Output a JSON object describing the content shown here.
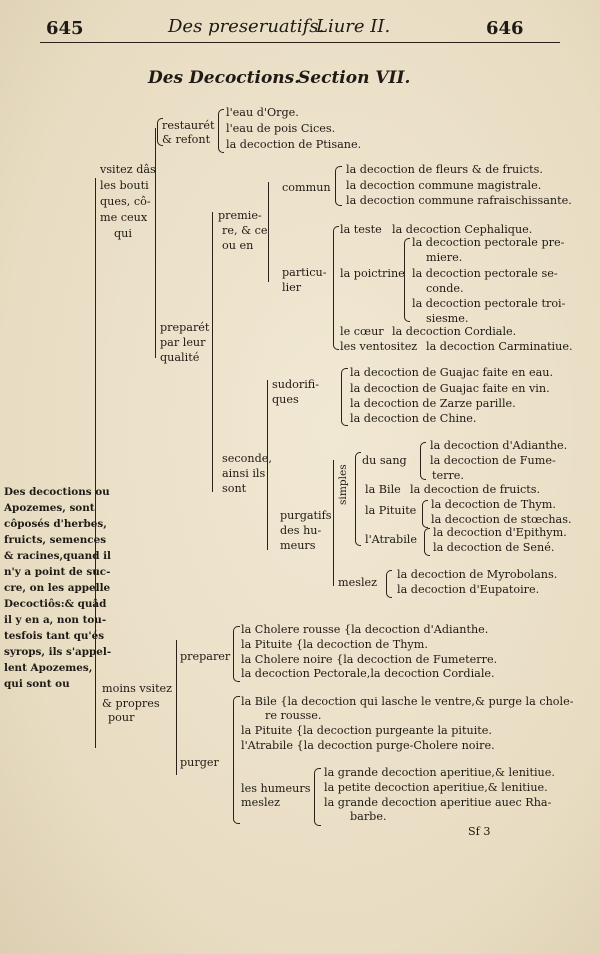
{
  "header": {
    "page_left": "645",
    "running_title": "Des preseruatifs.",
    "book": "Liure II.",
    "page_right": "646"
  },
  "section": {
    "title": "Des Decoctions.",
    "number": "Section VII."
  },
  "root": {
    "l1": "Des decoctions ou",
    "l2": "Apozemes, sont",
    "l3": "côposés d'herbes,",
    "l4": "fruicts, semences",
    "l5": "& racines,quand il",
    "l6": "n'y a point de suc-",
    "l7": "cre, on les appelle",
    "l8": "Decoctiôs:& quâd",
    "l9": "il y en a, non tou-",
    "l10": "tesfois tant qu'és",
    "l11": "syrops, ils s'appel-",
    "l12": "lent Apozemes,",
    "l13": "qui sont ou"
  },
  "vsitez": {
    "l1": "vsitez dâs",
    "l2": "les bouti",
    "l3": "ques, cô-",
    "l4": "me ceux",
    "l5": "qui"
  },
  "restaurer": {
    "label1": "restaurét",
    "label2": "& refont",
    "items": [
      "l'eau d'Orge.",
      "l'eau de pois Cices.",
      "la decoction de Ptisane."
    ]
  },
  "premiere": {
    "l1": "premie-",
    "l2": "re, & ce",
    "l3": "ou en"
  },
  "commun": {
    "label": "commun",
    "items": [
      "la decoction de fleurs & de fruicts.",
      "la decoction commune magistrale.",
      "la decoction commune rafraischissante."
    ]
  },
  "particulier": {
    "l1": "particu-",
    "l2": "lier"
  },
  "teste": {
    "label": "la teste",
    "item": "la decoction Cephalique."
  },
  "poictrine": {
    "label": "la poictrine",
    "items": [
      "la decoction pectorale pre-",
      "miere.",
      "la decoction pectorale se-",
      "conde.",
      "la decoction pectorale troi-",
      "siesme."
    ]
  },
  "coeur": {
    "label": "le cœur",
    "item": "la decoction Cordiale."
  },
  "ventositez": {
    "label": "les ventositez",
    "item": "la decoction Carminatiue."
  },
  "preparer_qual": {
    "l1": "preparét",
    "l2": "par leur",
    "l3": "qualité"
  },
  "sudorifiques": {
    "l1": "sudorifi-",
    "l2": "ques",
    "items": [
      "la decoction de Guajac faite en eau.",
      "la decoction de Guajac faite en vin.",
      "la decoction de Zarze parille.",
      "la decoction de Chine."
    ]
  },
  "seconde": {
    "l1": "seconde,",
    "l2": "ainsi ils",
    "l3": "sont"
  },
  "purgatifs": {
    "l1": "purgatifs",
    "l2": "des hu-",
    "l3": "meurs"
  },
  "simples": {
    "label": "simples"
  },
  "sang": {
    "label": "du sang",
    "items": [
      "la decoction d'Adianthe.",
      "la decoction de Fume-",
      "terre."
    ]
  },
  "bile": {
    "label": "la Bile",
    "item": "la decoction de fruicts."
  },
  "pituite": {
    "label": "la Pituite",
    "items": [
      "la decoction de Thym.",
      "la decoction de stœchas."
    ]
  },
  "atrabile": {
    "label": "l'Atrabile",
    "items": [
      "la decoction d'Epithym.",
      "la decoction de Sené."
    ]
  },
  "meslez": {
    "label": "meslez",
    "items": [
      "la decoction de Myrobolans.",
      "la decoction d'Eupatoire."
    ]
  },
  "moins": {
    "l1": "moins vsitez",
    "l2": "& propres",
    "l3": "pour"
  },
  "preparer": {
    "label": "preparer",
    "items": [
      "la Cholere rousse {la decoction d'Adianthe.",
      "la Pituite {la decoction de Thym.",
      "la Cholere noire {la decoction de Fumeterre.",
      "la decoction Pectorale,la decoction Cordiale."
    ]
  },
  "purger": {
    "label": "purger",
    "items": [
      "la Bile {la decoction qui lasche le ventre,& purge la chole-",
      "re rousse.",
      "la Pituite {la decoction purgeante la pituite.",
      "l'Atrabile {la decoction purge-Cholere noire."
    ],
    "humeurs_l1": "les humeurs",
    "humeurs_l2": "meslez",
    "humeurs_items": [
      "la grande decoction aperitiue,& lenitiue.",
      "la petite decoction aperitiue,& lenitiue.",
      "la grande decoction aperitiue auec Rha-",
      "barbe."
    ]
  },
  "footer": {
    "signature": "Sf 3"
  }
}
